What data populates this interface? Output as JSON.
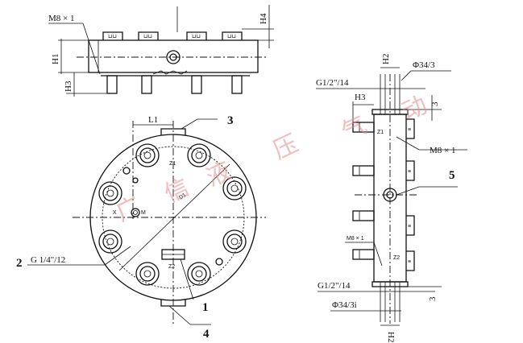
{
  "top_view": {
    "label_m8": "M8 × 1",
    "label_h4": "H4",
    "label_h1": "H1",
    "label_h3": "H3"
  },
  "circle_view": {
    "label_l1": "L1",
    "label_3": "3",
    "label_z1": "Z1",
    "label_d1": "D1",
    "label_x": "X",
    "label_m": "M",
    "label_z2": "Z2",
    "label_2": "2",
    "label_g14": "G 1/4\"/12",
    "label_1": "1",
    "label_4": "4"
  },
  "side_view": {
    "label_h2": "H2",
    "label_phi_top": "Φ34/3",
    "label_g12_top": "G1/2\"/14",
    "label_h3": "H3",
    "label_3_top": "3",
    "label_z1": "Z1",
    "label_m8_top": "M8 × 1",
    "label_5": "5",
    "label_m8_bottom": "M8 × 1",
    "label_z2": "Z2",
    "label_g12_bottom": "G1/2\"/14",
    "label_3_bottom": "3",
    "label_phi_bottom": "Φ34/3i",
    "label_h2_bottom": "H2"
  },
  "watermark": {
    "chars": [
      "广",
      "信",
      "液",
      "压",
      "气",
      "动"
    ],
    "color": "#e58a8a"
  }
}
